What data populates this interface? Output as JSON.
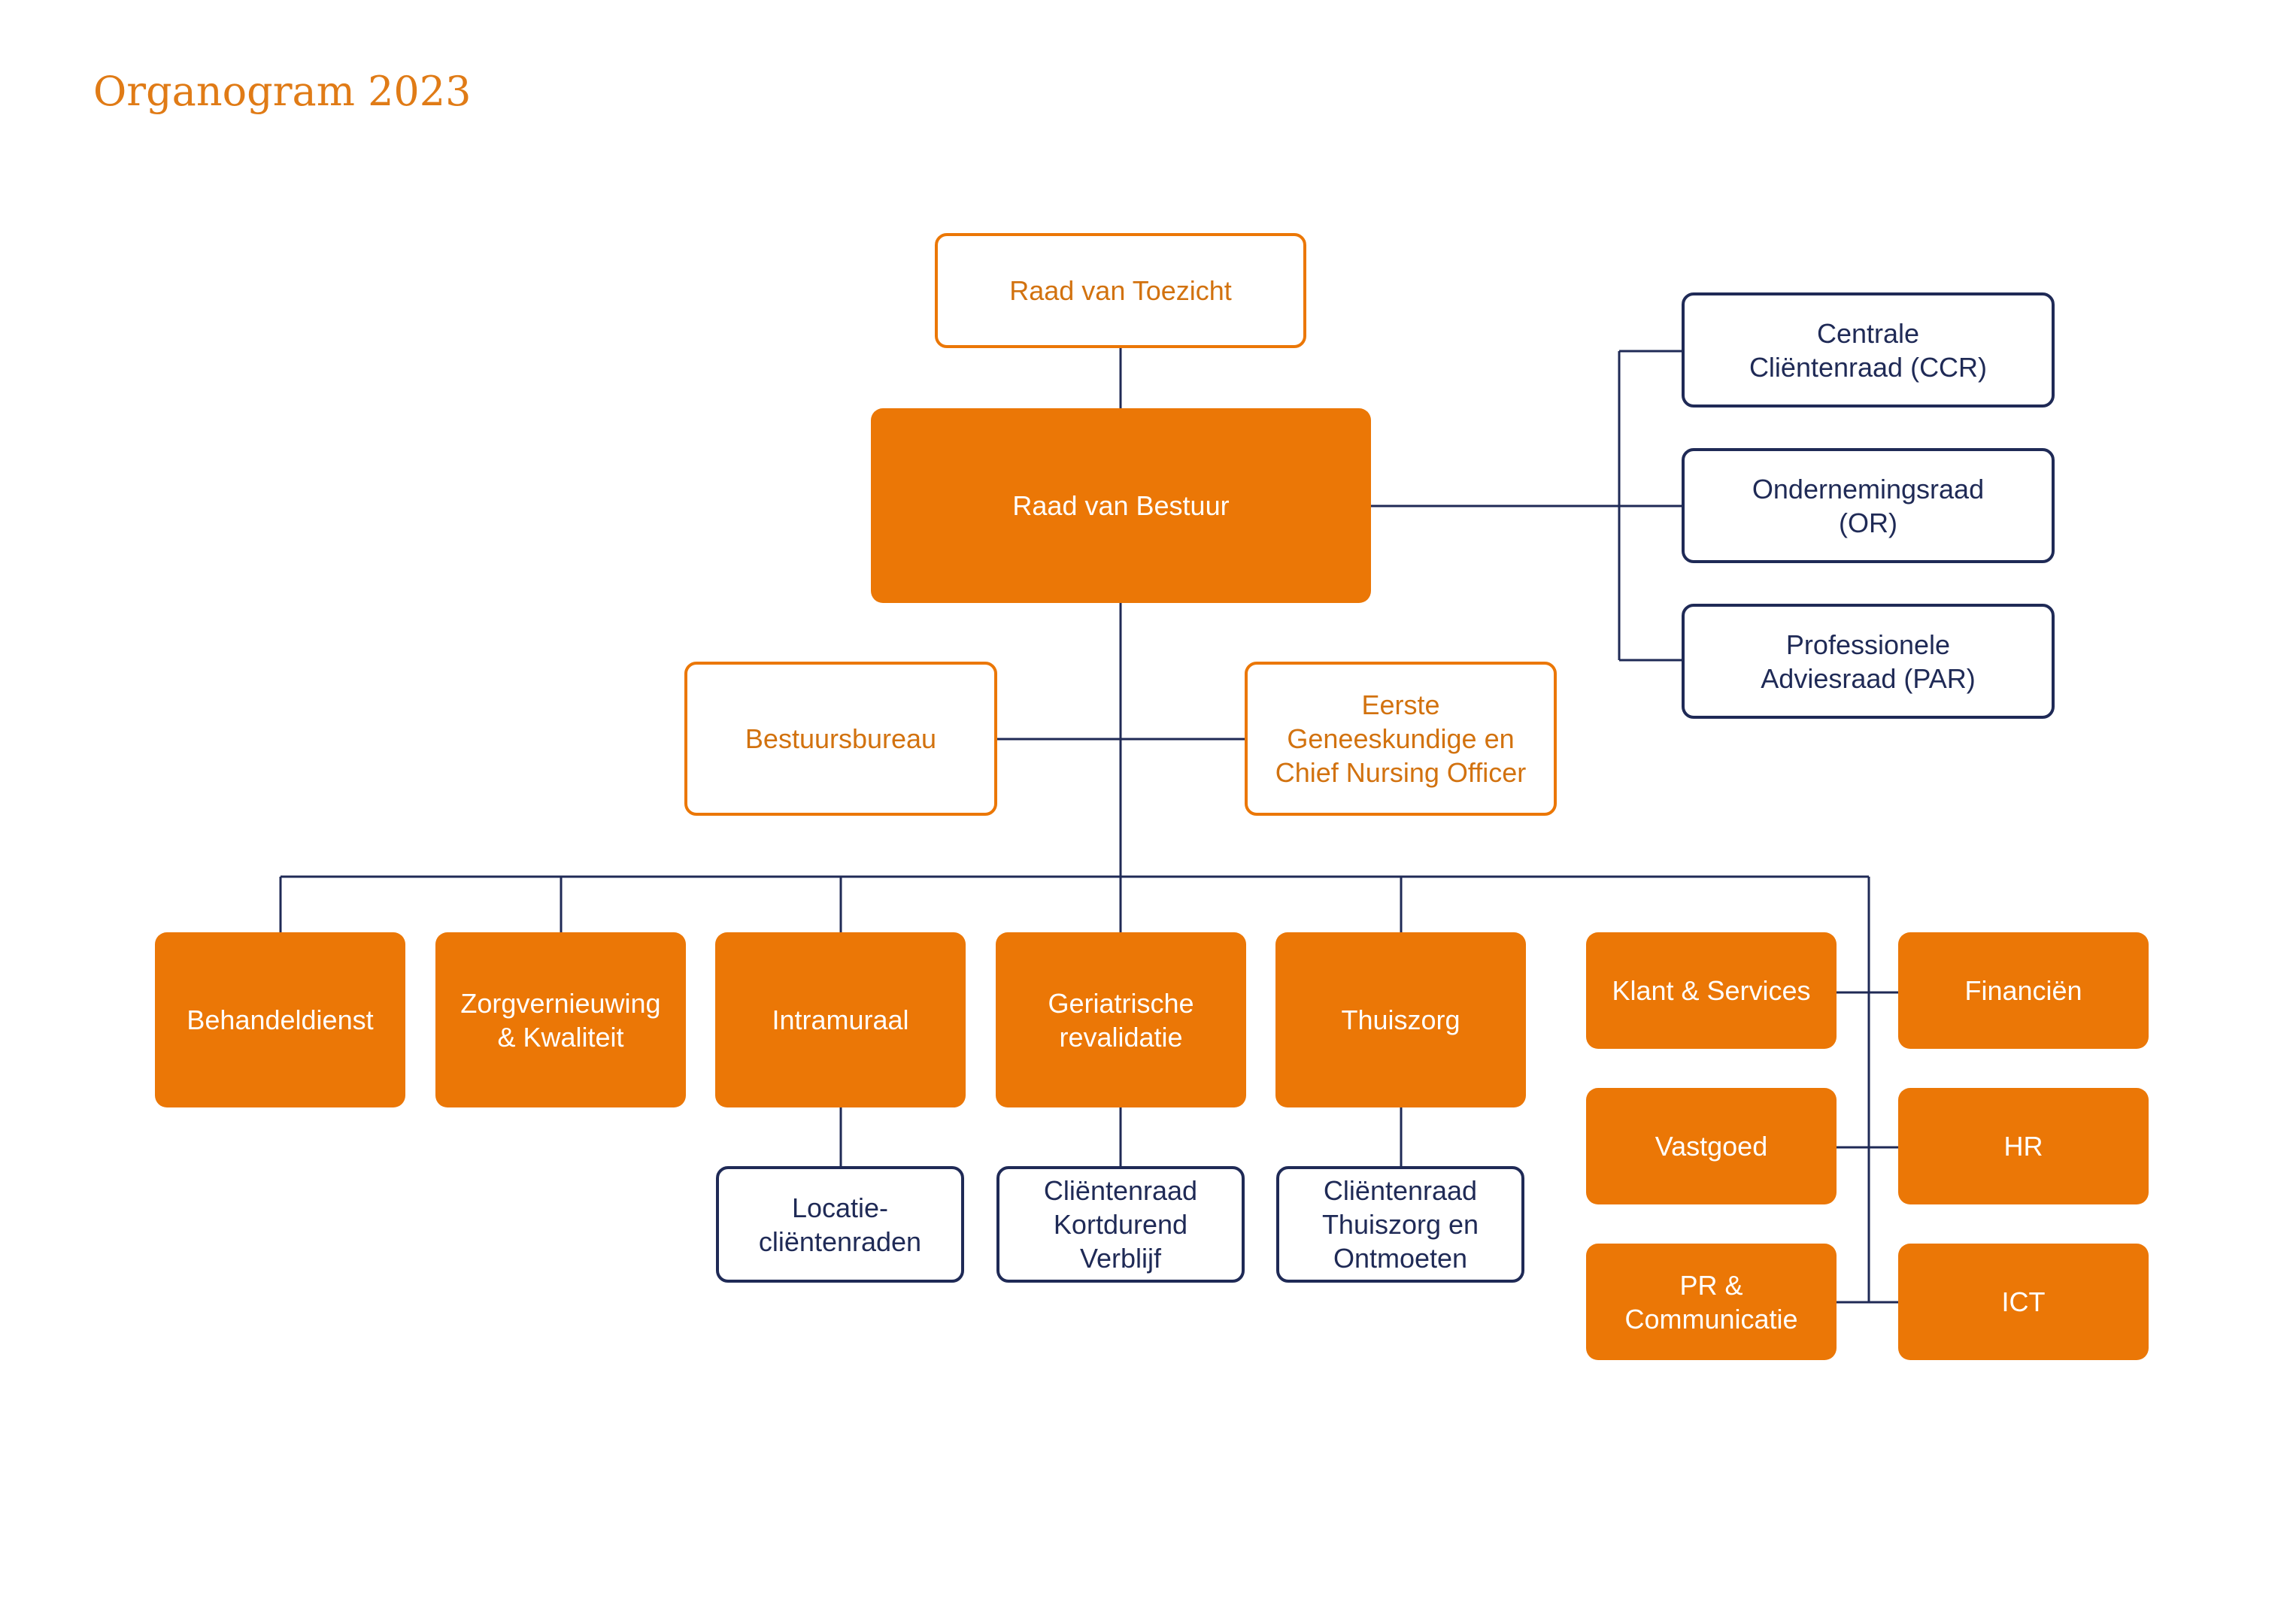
{
  "title": "Organogram 2023",
  "colors": {
    "accent_orange": "#eb7706",
    "navy": "#1f2a56",
    "title_orange": "#e07b16"
  },
  "top": {
    "raad_van_toezicht": "Raad van Toezicht",
    "raad_van_bestuur": "Raad van Bestuur"
  },
  "councils": {
    "ccr": "Centrale\nCliëntenraad (CCR)",
    "or": "Ondernemingsraad\n(OR)",
    "par": "Professionele\nAdviesraad (PAR)"
  },
  "staff": {
    "bestuursbureau": "Bestuursbureau",
    "eerste_geneeskundige": "Eerste\nGeneeskundige en\nChief Nursing Officer"
  },
  "divisions": {
    "behandeldienst": "Behandeldienst",
    "zorgvernieuwing": "Zorgvernieuwing\n& Kwaliteit",
    "intramuraal": "Intramuraal",
    "geriatrische": "Geriatrische\nrevalidatie",
    "thuiszorg": "Thuiszorg"
  },
  "client_councils": {
    "locatie": "Locatie-\ncliëntenraden",
    "kortdurend": "Cliëntenraad\nKortdurend\nVerblijf",
    "thuiszorg": "Cliëntenraad\nThuiszorg en\nOntmoeten"
  },
  "support": {
    "klant_services": "Klant & Services",
    "financien": "Financiën",
    "vastgoed": "Vastgoed",
    "hr": "HR",
    "pr_communicatie": "PR &\nCommunicatie",
    "ict": "ICT"
  }
}
